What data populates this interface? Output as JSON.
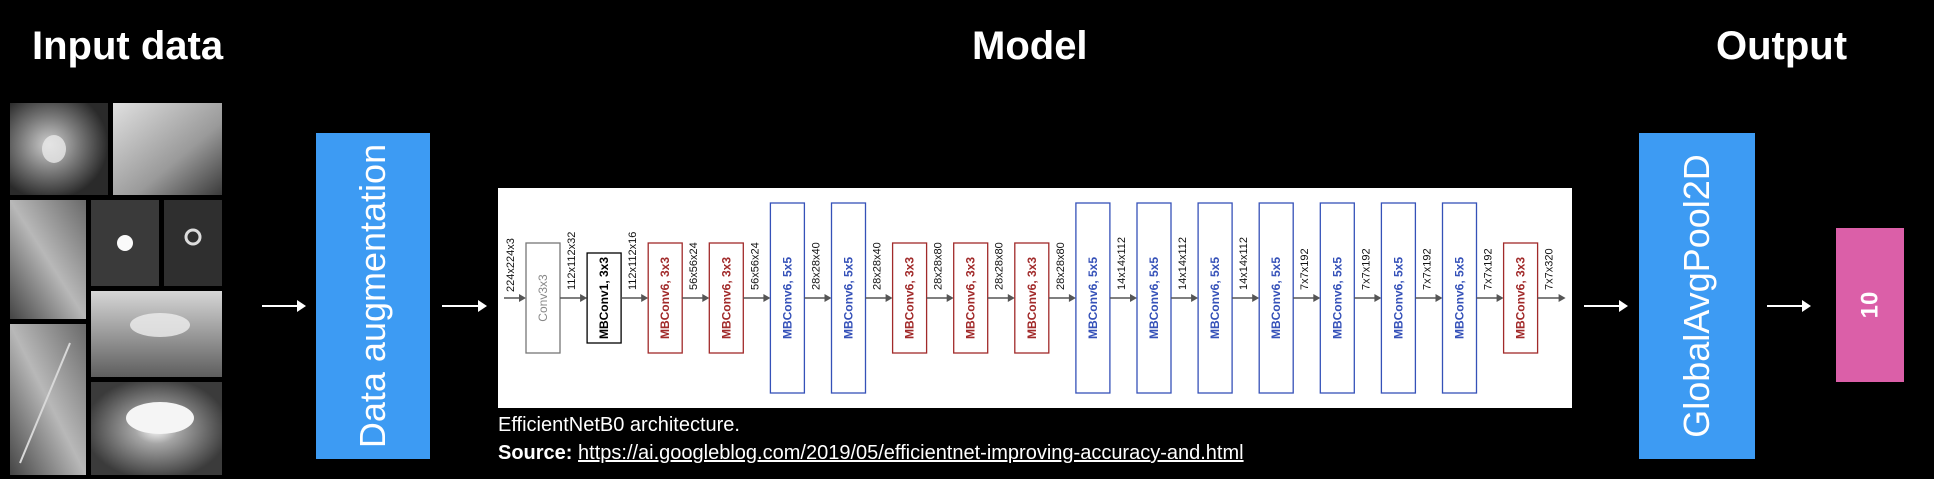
{
  "headers": {
    "input": "Input data",
    "model": "Model",
    "output": "Output"
  },
  "augmentation_label": "Data augmentation",
  "pooling_label": "GlobalAvgPool2D",
  "output_label": "10",
  "architecture": {
    "input_shape": "224x224x3",
    "layers": [
      {
        "label": "Conv3x3",
        "kind": "conv",
        "out": "112x112x32"
      },
      {
        "label": "MBConv1, 3x3",
        "kind": "mb1",
        "out": "112x112x16"
      },
      {
        "label": "MBConv6, 3x3",
        "kind": "mb3",
        "out": "56x56x24"
      },
      {
        "label": "MBConv6, 3x3",
        "kind": "mb3",
        "out": "56x56x24"
      },
      {
        "label": "MBConv6, 5x5",
        "kind": "mb5",
        "out": "28x28x40"
      },
      {
        "label": "MBConv6, 5x5",
        "kind": "mb5",
        "out": "28x28x40"
      },
      {
        "label": "MBConv6, 3x3",
        "kind": "mb3",
        "out": "28x28x80"
      },
      {
        "label": "MBConv6, 3x3",
        "kind": "mb3",
        "out": "28x28x80"
      },
      {
        "label": "MBConv6, 3x3",
        "kind": "mb3",
        "out": "28x28x80"
      },
      {
        "label": "MBConv6, 5x5",
        "kind": "mb5",
        "out": "14x14x112"
      },
      {
        "label": "MBConv6, 5x5",
        "kind": "mb5",
        "out": "14x14x112"
      },
      {
        "label": "MBConv6, 5x5",
        "kind": "mb5",
        "out": "14x14x112"
      },
      {
        "label": "MBConv6, 5x5",
        "kind": "mb5",
        "out": "7x7x192"
      },
      {
        "label": "MBConv6, 5x5",
        "kind": "mb5",
        "out": "7x7x192"
      },
      {
        "label": "MBConv6, 5x5",
        "kind": "mb5",
        "out": "7x7x192"
      },
      {
        "label": "MBConv6, 5x5",
        "kind": "mb5",
        "out": "7x7x192"
      },
      {
        "label": "MBConv6, 3x3",
        "kind": "mb3",
        "out": "7x7x320"
      }
    ]
  },
  "caption": {
    "line1": "EfficientNetB0 architecture.",
    "source_label": "Source:",
    "source_url": "https://ai.googleblog.com/2019/05/efficientnet-improving-accuracy-and.html"
  },
  "colors": {
    "augmentation": "#3d9bf3",
    "pooling": "#3d9bf3",
    "output": "#db5fa8",
    "mbconv_3x3": "#a12a2a",
    "mbconv_5x5": "#3551b8",
    "conv": "#888888",
    "mbconv1": "#000000"
  }
}
